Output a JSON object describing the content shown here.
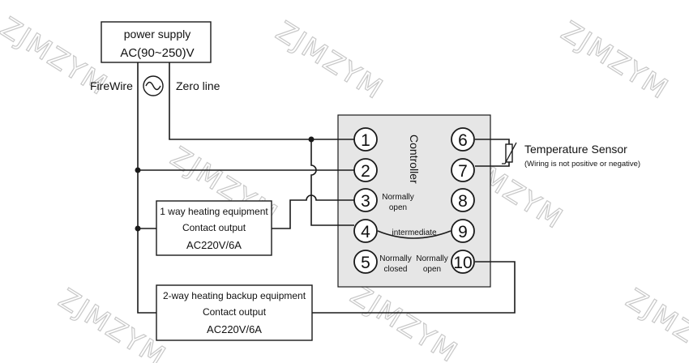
{
  "watermark": "ZJMZYM",
  "power_supply": {
    "title": "power supply",
    "voltage": "AC(90~250)V"
  },
  "fire_wire_label": "FireWire",
  "zero_line_label": "Zero line",
  "controller_label": "Controller",
  "terminals": [
    "1",
    "2",
    "3",
    "4",
    "5",
    "6",
    "7",
    "8",
    "9",
    "10"
  ],
  "terminal_labels": {
    "t3": [
      "Normally",
      "open"
    ],
    "t4_t9": "intermediate",
    "t5": [
      "Normally",
      "closed"
    ],
    "t10": [
      "Normally",
      "open"
    ]
  },
  "temperature_sensor": {
    "title": "Temperature Sensor",
    "note": "(Wiring is not positive or negative)"
  },
  "equipment_1": {
    "title": "1 way heating equipment",
    "output": "Contact output",
    "rating": "AC220V/6A"
  },
  "equipment_2": {
    "title": "2-way heating backup equipment",
    "output": "Contact output",
    "rating": "AC220V/6A"
  },
  "colors": {
    "controller_fill": "#e6e6e6",
    "line": "#1a1a1a",
    "watermark": "#c8c8c8"
  }
}
